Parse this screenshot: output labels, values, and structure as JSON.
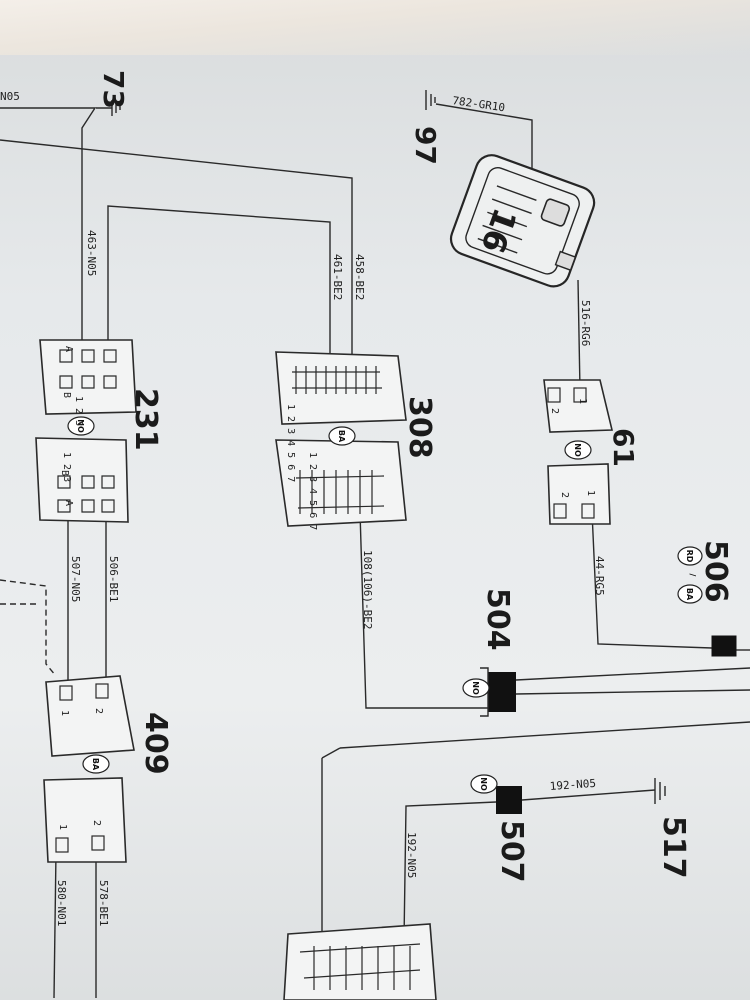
{
  "components": {
    "c73": "73",
    "c97": "97",
    "c16": "16",
    "c61": "61",
    "c231": "231",
    "c308": "308",
    "c409": "409",
    "c504": "504",
    "c506": "506",
    "c507": "507",
    "c517": "517"
  },
  "wires": {
    "w_n05": "N05",
    "w_782": "782-GR10",
    "w_463": "463-N05",
    "w_458": "458-BE2",
    "w_461": "461-BE2",
    "w_516": "516-RG6",
    "w_44": "44-RG5",
    "w_506": "506-BE1",
    "w_507": "507-N05",
    "w_108": "108(106)-BE2",
    "w_192a": "192-N05",
    "w_192b": "192-N05",
    "w_580": "580-N01",
    "w_578": "578-BE1"
  },
  "colors": {
    "no": "NO",
    "ba": "BA",
    "rd": "RD",
    "slash": "/"
  },
  "pins": {
    "p1": "1",
    "p2": "2",
    "p3": "3",
    "pA": "A",
    "pB": "B",
    "p231top": "1 2 3",
    "p308top": "1 2 3 4 5 6 7",
    "p308bot": "1 2 3 4 5 6 7"
  }
}
